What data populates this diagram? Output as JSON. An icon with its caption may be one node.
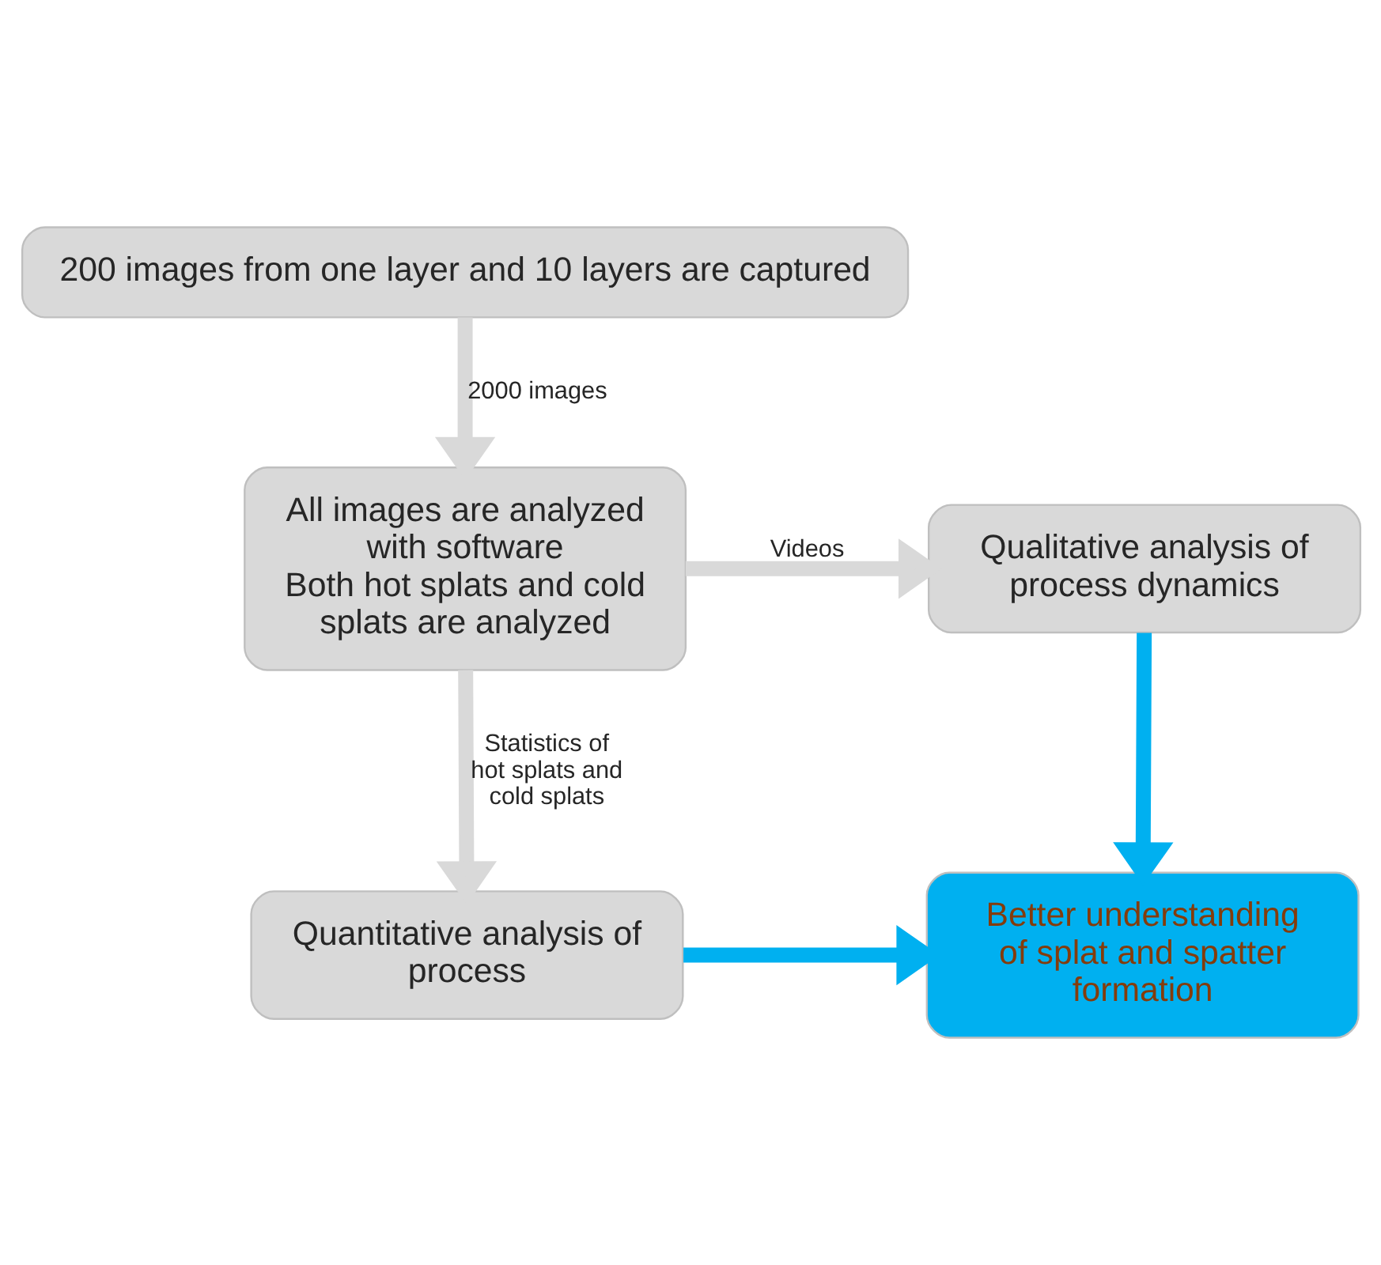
{
  "diagram": {
    "nodes": [
      {
        "text": [
          "200 images from one layer and 10 layers are captured"
        ]
      },
      {
        "text": [
          "All images are analyzed with software",
          "Both hot splats and cold splats are analyzed"
        ]
      },
      {
        "text": [
          "Qualitative analysis of process dynamics"
        ]
      },
      {
        "text": [
          "Quantitative analysis of process"
        ]
      },
      {
        "text": [
          "Better understanding of splat and spatter formation"
        ]
      }
    ],
    "edges": [
      {
        "from": 0,
        "to": 1,
        "arrow": "to",
        "label": "2000 images"
      },
      {
        "from": 1,
        "to": 2,
        "arrow": "to",
        "label": "Videos"
      },
      {
        "from": 1,
        "to": 3,
        "arrow": "to",
        "label": "Statistics of hot splats and cold splats"
      },
      {
        "from": 2,
        "to": 4,
        "arrow": "to",
        "color": "#00b0f0"
      },
      {
        "from": 3,
        "to": 4,
        "arrow": "to",
        "color": "#00b0f0"
      }
    ]
  }
}
